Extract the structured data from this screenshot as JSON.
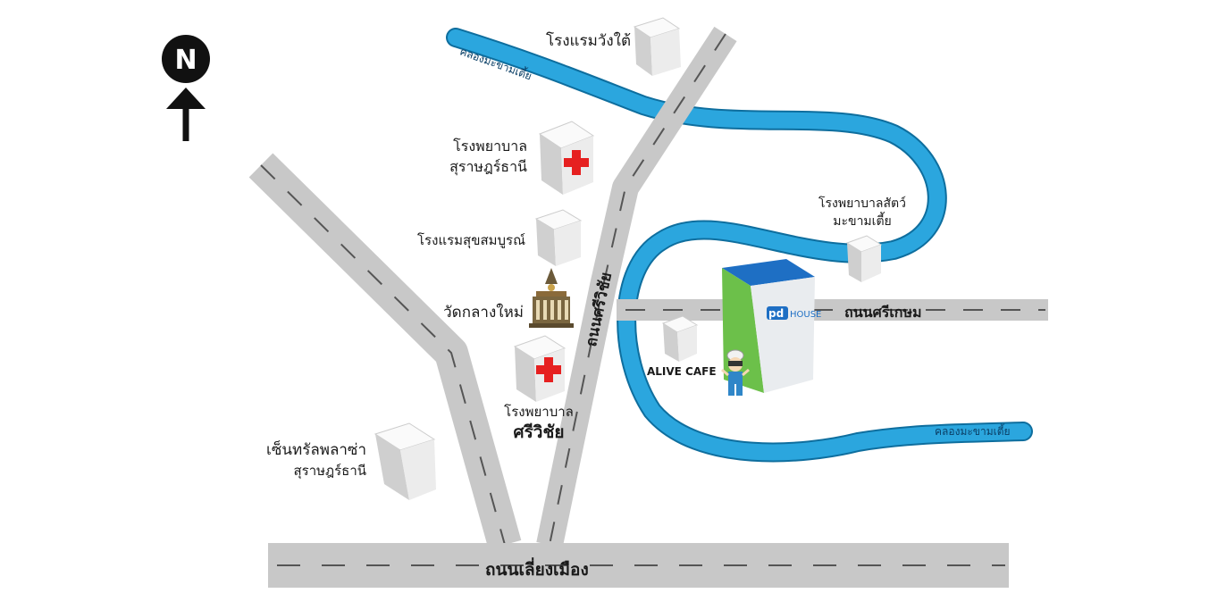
{
  "compass": {
    "letter": "N",
    "icon": "north-arrow-icon"
  },
  "roads": {
    "liang_mueang": "ถนนเลี่ยงเมือง",
    "si_wichai": "ถนนศรีวิชัย",
    "si_kasem": "ถนนศรีเกษม"
  },
  "canal": {
    "top_label": "คลองมะขามเตี้ย",
    "bottom_label": "คลองมะขามเตี้ย",
    "color": "#2ba6de"
  },
  "places": {
    "wang_tai_hotel": "โรงแรมวังใต้",
    "surat_hospital_line1": "โรงพยาบาล",
    "surat_hospital_line2": "สุราษฎร์ธานี",
    "suksomboon_hotel": "โรงแรมสุขสมบูรณ์",
    "wat_klang_mai": "วัดกลางใหม่",
    "siwichai_hospital_line1": "โรงพยาบาล",
    "siwichai_hospital_line2": "ศรีวิชัย",
    "central_plaza_line1": "เซ็นทรัลพลาซ่า",
    "central_plaza_line2": "สุราษฎร์ธานี",
    "vet_hospital_line1": "โรงพยาบาลสัตว์",
    "vet_hospital_line2": "มะขามเตี้ย",
    "alive_cafe": "ALIVE CAFE",
    "pd_house_logo_pd": "pd",
    "pd_house_logo_house": "HOUSE"
  },
  "colors": {
    "road": "#c8c8c8",
    "road_dash": "#555555",
    "canal": "#2ba6de",
    "building_face": "#efefef",
    "building_side": "#d6d6d6",
    "red_cross": "#e62020",
    "pd_green": "#6cc04a",
    "pd_blue": "#1e6fc4"
  }
}
